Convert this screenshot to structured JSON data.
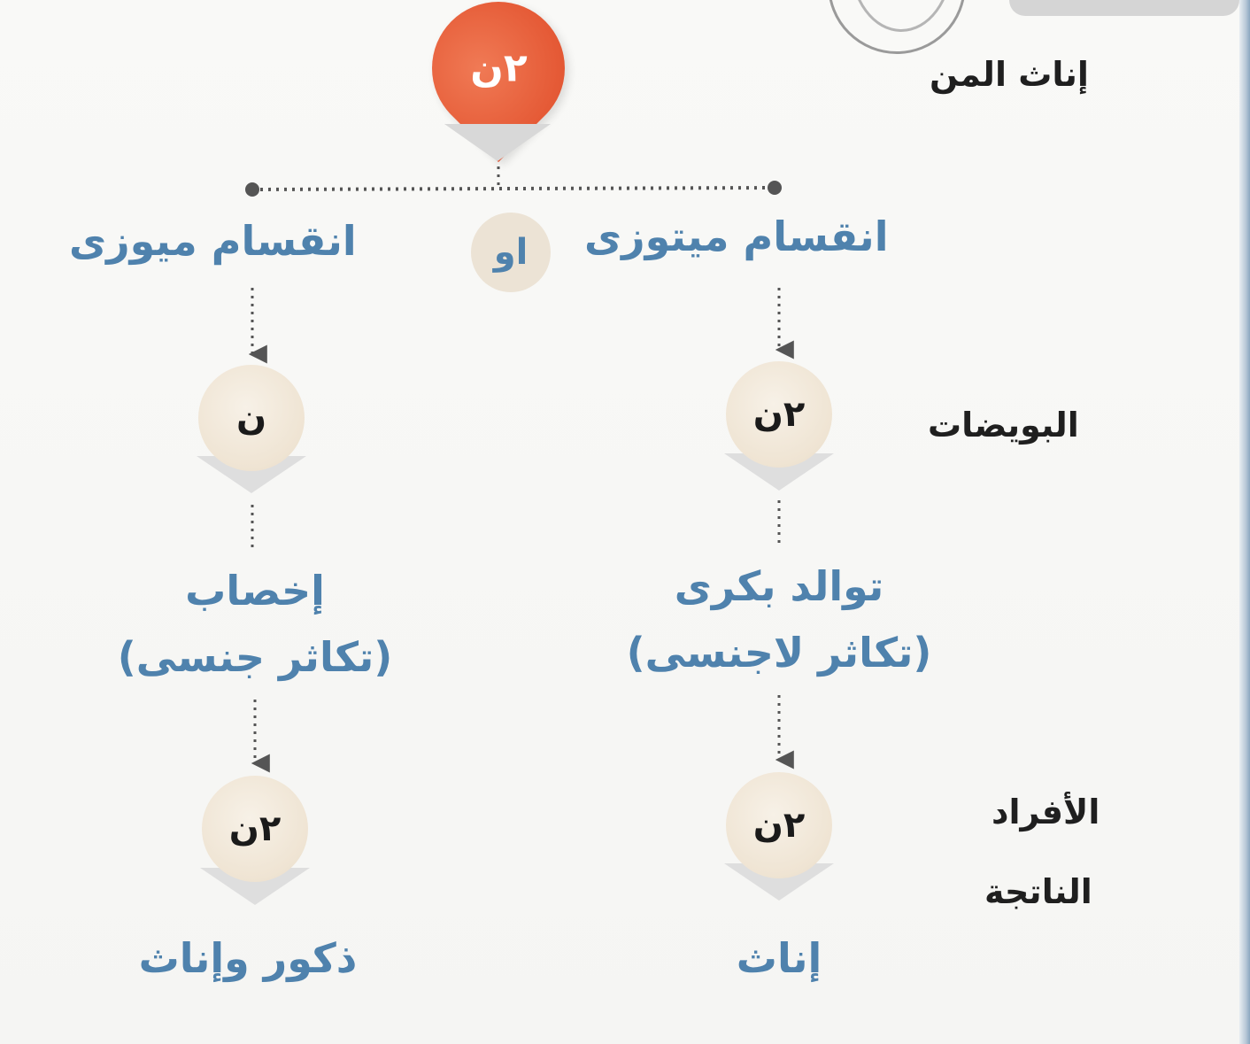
{
  "colors": {
    "accent_orange": "#e55a36",
    "node_beige": "#efe4d3",
    "text_blue": "#4f82ad",
    "text_dark": "#1f1f1f",
    "connector": "#555555"
  },
  "row_labels": {
    "aphid_females": "إناث المن",
    "eggs": "البويضات",
    "offspring_line1": "الأفراد",
    "offspring_line2": "الناتجة"
  },
  "top_node": {
    "value": "٢ن"
  },
  "or_label": "او",
  "branches": {
    "right": {
      "division": "انقسام ميتوزى",
      "egg_value": "٢ن",
      "process_line1": "توالد بكرى",
      "process_line2": "(تكاثر لاجنسى)",
      "offspring_value": "٢ن",
      "result": "إناث"
    },
    "left": {
      "division": "انقسام ميوزى",
      "egg_value": "ن",
      "process_line1": "إخصاب",
      "process_line2": "(تكاثر جنسى)",
      "offspring_value": "٢ن",
      "result": "ذكور وإناث"
    }
  }
}
